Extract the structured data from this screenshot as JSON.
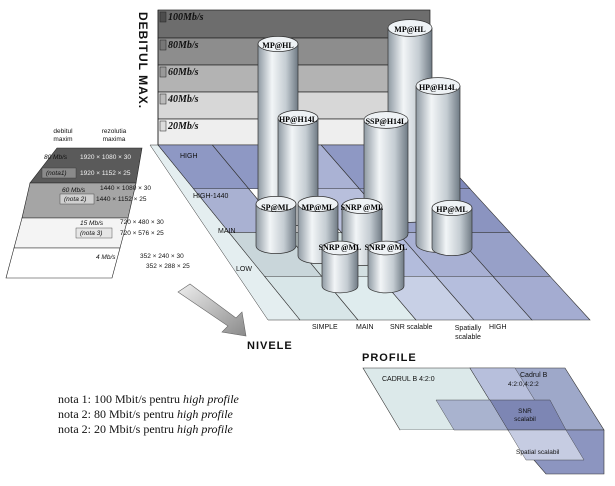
{
  "axis_title": "DEBITUL MAX.",
  "rates": [
    "100Mb/s",
    "80Mb/s",
    "60Mb/s",
    "40Mb/s",
    "20Mb/s"
  ],
  "levels": [
    "HIGH",
    "HIGH-1440",
    "MAIN",
    "LOW"
  ],
  "profiles_axis": [
    "SIMPLE",
    "MAIN",
    "SNR scalable",
    "Spatially scalable",
    "HIGH"
  ],
  "nivele_label": "NIVELE",
  "profile_label": "PROFILE",
  "cylinders": [
    {
      "label": "MP@HL"
    },
    {
      "label": "MP@HL"
    },
    {
      "label": "HP@H14L"
    },
    {
      "label": "HP@H14L"
    },
    {
      "label": "SSP@H14L"
    },
    {
      "label": "SP@ML"
    },
    {
      "label": "MP@ML"
    },
    {
      "label": "SNRP @ML"
    },
    {
      "label": "HP@ML"
    },
    {
      "label": "SNRP @ML"
    },
    {
      "label": "SNRP @ML"
    }
  ],
  "side_table": {
    "header_rate": "debitul maxim",
    "header_res": "rezolutia maxima",
    "rows": [
      {
        "rate": "80 Mb/s",
        "note": "(nota1)",
        "res1": "1920 × 1080 × 30",
        "res2": "1920 × 1152 × 25"
      },
      {
        "rate": "60 Mb/s",
        "note": "(nota 2)",
        "res1": "1440 × 1080 × 30",
        "res2": "1440 × 1152 × 25"
      },
      {
        "rate": "15 Mb/s",
        "note": "(nota 3)",
        "res1": "720 × 480 × 30",
        "res2": "720 × 576 × 25"
      },
      {
        "rate": "4 Mb/s",
        "note": "",
        "res1": "352 × 240 × 30",
        "res2": "352 × 288 × 25"
      }
    ]
  },
  "profile_strip": {
    "cadrul_b_420": "CADRUL B 4:2:0",
    "cadrul_b_title": "Cadrul B",
    "cadrul_b_422": "4:2:0,4:2:2",
    "snr_scalabil": "SNR scalabil",
    "spatial_scalabil": "Spatial scalabil"
  },
  "notes": [
    {
      "prefix": "nota 1: 100 Mbit/s pentru ",
      "profile": "high profile"
    },
    {
      "prefix": "nota 2: 80 Mbit/s pentru ",
      "profile": "high profile"
    },
    {
      "prefix": "nota 2: 20 Mbit/s pentru ",
      "profile": "high profile"
    }
  ]
}
